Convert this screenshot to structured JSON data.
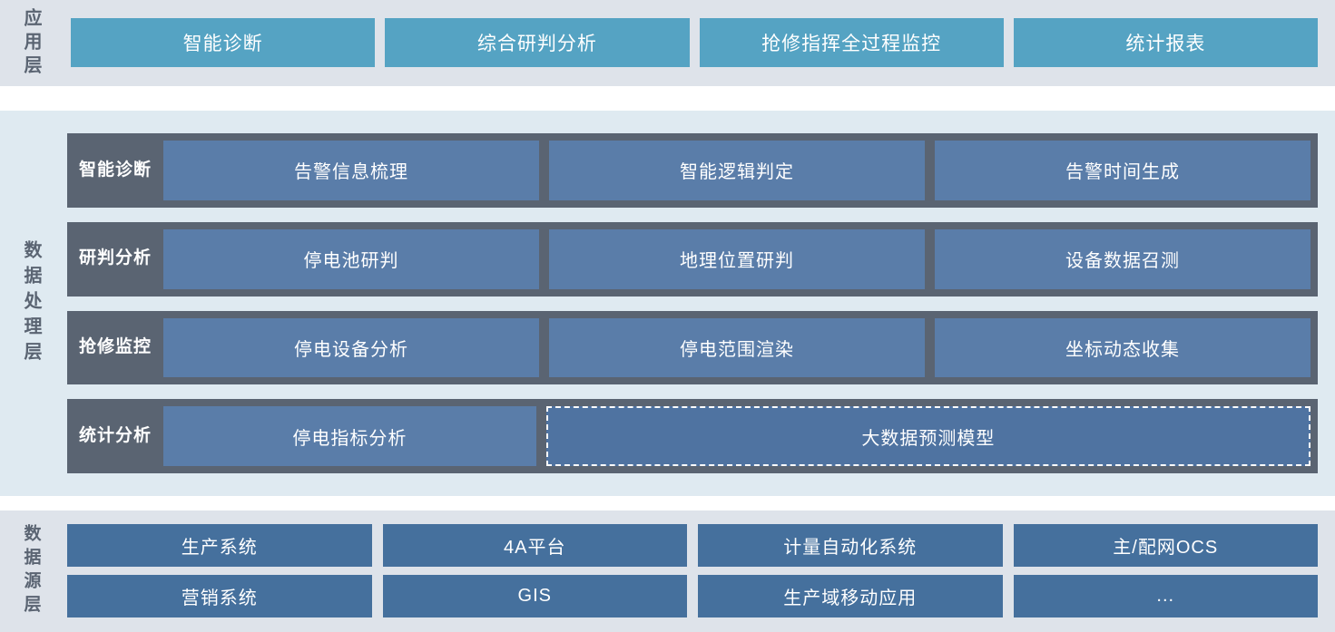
{
  "application_layer": {
    "label": "应用层",
    "boxes": [
      {
        "label": "智能诊断"
      },
      {
        "label": "综合研判分析"
      },
      {
        "label": "抢修指挥全过程监控"
      },
      {
        "label": "统计报表"
      }
    ]
  },
  "data_processing_layer": {
    "label": "数据处理层",
    "rows": [
      {
        "label": "智能诊断",
        "cells": [
          {
            "label": "告警信息梳理",
            "dashed": false
          },
          {
            "label": "智能逻辑判定",
            "dashed": false
          },
          {
            "label": "告警时间生成",
            "dashed": false
          }
        ]
      },
      {
        "label": "研判分析",
        "cells": [
          {
            "label": "停电池研判",
            "dashed": false
          },
          {
            "label": "地理位置研判",
            "dashed": false
          },
          {
            "label": "设备数据召测",
            "dashed": false
          }
        ]
      },
      {
        "label": "抢修监控",
        "cells": [
          {
            "label": "停电设备分析",
            "dashed": false
          },
          {
            "label": "停电范围渲染",
            "dashed": false
          },
          {
            "label": "坐标动态收集",
            "dashed": false
          }
        ]
      },
      {
        "label": "统计分析",
        "cells": [
          {
            "label": "停电指标分析",
            "dashed": false
          },
          {
            "label": "大数据预测模型",
            "dashed": true
          }
        ]
      }
    ]
  },
  "data_source_layer": {
    "label": "数据源层",
    "rows": [
      [
        {
          "label": "生产系统"
        },
        {
          "label": "4A平台"
        },
        {
          "label": "计量自动化系统"
        },
        {
          "label": "主/配网OCS"
        }
      ],
      [
        {
          "label": "营销系统"
        },
        {
          "label": "GIS"
        },
        {
          "label": "生产域移动应用"
        },
        {
          "label": "..."
        }
      ]
    ]
  },
  "colors": {
    "application_box": "#55a3c3",
    "application_bg": "#dee3ea",
    "processing_bg": "#dfeaf1",
    "processing_row_band": "#5a6472",
    "processing_cell": "#5a7da9",
    "source_box": "#45709d",
    "source_bg": "#dee3ea",
    "label_text": "#5a6472",
    "box_text": "#ffffff"
  }
}
